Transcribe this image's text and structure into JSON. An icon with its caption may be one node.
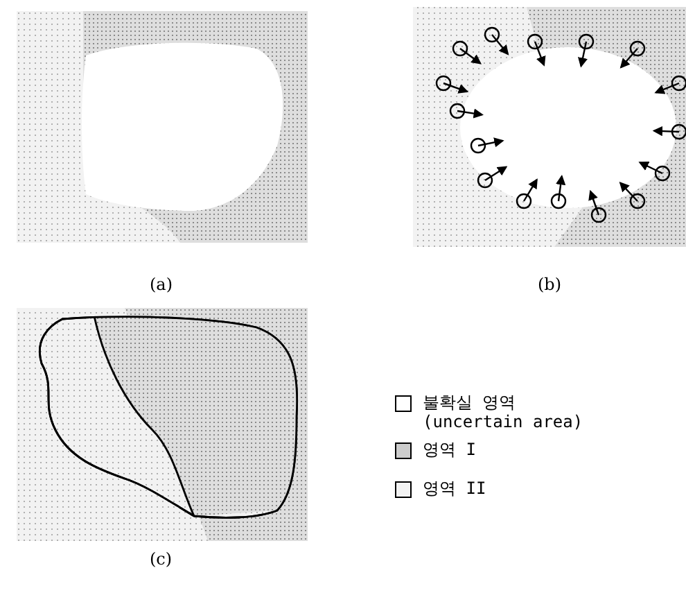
{
  "diagram": {
    "labels": [
      "(a)",
      "(b)",
      "(c)"
    ],
    "legend": [
      {
        "text": "불확실 영역 (uncertain area)",
        "color": "#ffffff"
      },
      {
        "text": "영역 I",
        "color": "#cccccc"
      },
      {
        "text": "영역 II",
        "color": "#f2f2f2"
      }
    ]
  }
}
